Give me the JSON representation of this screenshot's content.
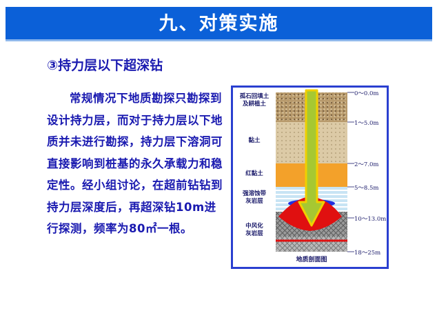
{
  "slide": {
    "title": "九、对策实施",
    "subtitle": "③持力层以下超深钻",
    "body": "常规情况下地质勘探只勘探到设计持力层，而对于持力层以下地质并未进行勘探，持力层下溶洞可直接影响到桩基的永久承载力和稳定性。经小组讨论，在超前钻钻到持力层深度后，再超深钻10m进行探测，频率为80㎡一根。"
  },
  "diagram": {
    "caption": "地质剖面图",
    "layers": [
      {
        "label_line1": "孤石回填土",
        "label_line2": "及耕植土"
      },
      {
        "label_line1": "黏土",
        "label_line2": ""
      },
      {
        "label_line1": "红黏土",
        "label_line2": ""
      },
      {
        "label_line1": "强溶蚀带",
        "label_line2": "灰岩层"
      },
      {
        "label_line1": "中风化",
        "label_line2": "灰岩层"
      }
    ],
    "depths": [
      "0～0.0m",
      "1～5.0m",
      "2～7.0m",
      "5～8.5m",
      "10～13.0m",
      "18～25m"
    ],
    "colors": {
      "frame": "#2a3fd0",
      "bore_outline": "#f0d000",
      "bore_fill": "#a6c832",
      "cavity": "#2030e0",
      "scour": "#e01010",
      "marker_line": "#e01010"
    }
  }
}
